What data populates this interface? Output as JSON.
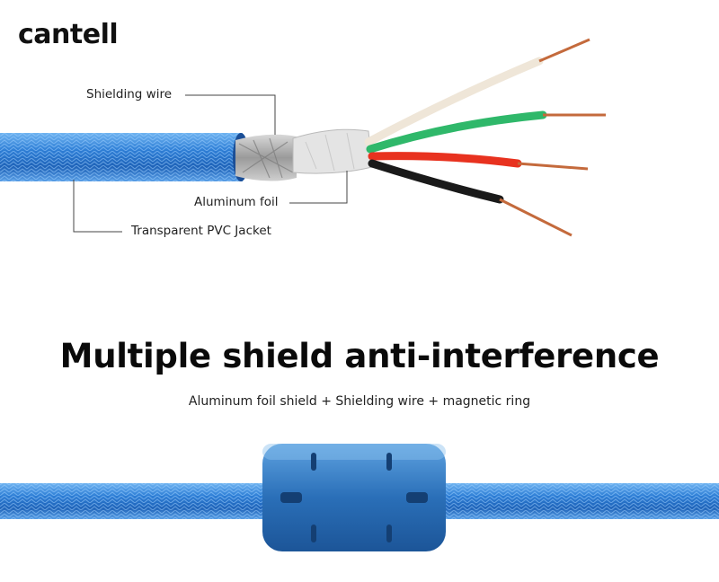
{
  "brand": {
    "name": "cantell"
  },
  "callouts": {
    "shielding_wire": "Shielding wire",
    "aluminum_foil": "Aluminum foil",
    "pvc_jacket": "Transparent PVC Jacket"
  },
  "headline": "Multiple shield anti-interference",
  "subline": "Aluminum foil shield + Shielding wire + magnetic ring",
  "colors": {
    "jacket_blue": "#2f7fd6",
    "ferrite_blue": "#2a6fb8",
    "wire_white": "#f1e8dc",
    "wire_green": "#2fb86a",
    "wire_red": "#e8321f",
    "wire_black": "#1a1a1a",
    "copper": "#c46a3c"
  }
}
